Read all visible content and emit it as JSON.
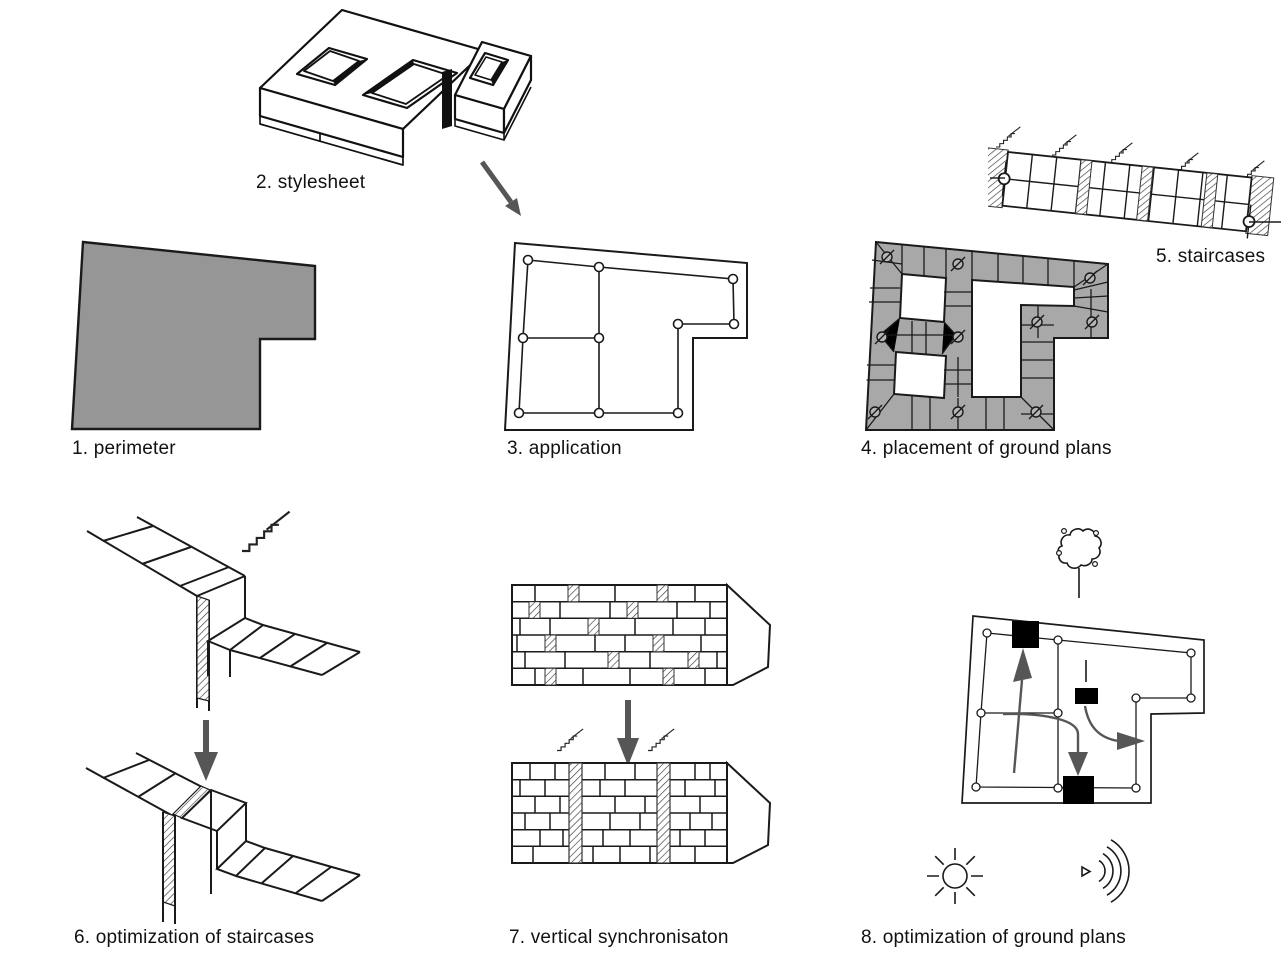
{
  "figure": {
    "steps": [
      {
        "label": "1. perimeter"
      },
      {
        "label": "2. stylesheet"
      },
      {
        "label": "3. application"
      },
      {
        "label": "4. placement of ground plans"
      },
      {
        "label": "5. staircases"
      },
      {
        "label": "6. optimization of staircases"
      },
      {
        "label": "7. vertical synchronisaton"
      },
      {
        "label": "8. optimization of ground plans"
      }
    ],
    "colors": {
      "perimeter_fill": "#969696",
      "ground_plan_fill": "#a8a8a8",
      "arrow": "#565656",
      "line": "#1a1a1a",
      "background": "#ffffff"
    },
    "icons": {
      "staircase": "slash-with-zigzag-steps",
      "sun": "circle-with-rays",
      "noise": "triangle-with-arcs",
      "vegetation": "scribble-blob",
      "flow": "solid-gray-arrow",
      "node": "small-circle-marker"
    }
  }
}
